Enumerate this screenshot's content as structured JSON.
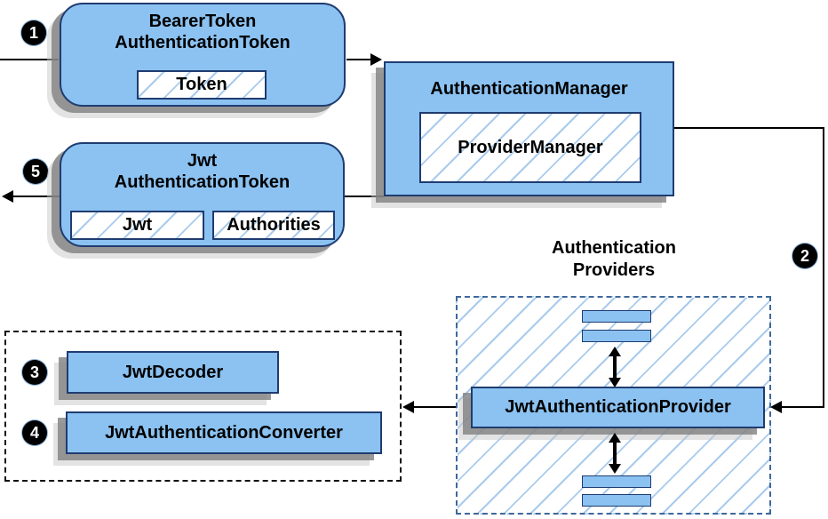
{
  "diagram": {
    "badges": {
      "step1": "1",
      "step2": "2",
      "step3": "3",
      "step4": "4",
      "step5": "5"
    },
    "bearer_box": {
      "title_line1": "BearerToken",
      "title_line2": "AuthenticationToken",
      "token_label": "Token"
    },
    "manager_box": {
      "title": "AuthenticationManager",
      "inner_label": "ProviderManager"
    },
    "jwt_box": {
      "title_line1": "Jwt",
      "title_line2": "AuthenticationToken",
      "jwt_label": "Jwt",
      "authorities_label": "Authorities"
    },
    "providers_group": {
      "label_line1": "Authentication",
      "label_line2": "Providers",
      "provider_label": "JwtAuthenticationProvider"
    },
    "decoder_group": {
      "decoder_label": "JwtDecoder",
      "converter_label": "JwtAuthenticationConverter"
    },
    "colors": {
      "box_fill": "#8bc2f1",
      "box_border": "#1f3c70",
      "hatch_line": "#a9cbed",
      "providers_dash": "#3f689a",
      "decoder_dash": "#111111",
      "shadow_dark": "#808080",
      "shadow_light": "#c8c8c8",
      "connector": "#000000"
    }
  }
}
